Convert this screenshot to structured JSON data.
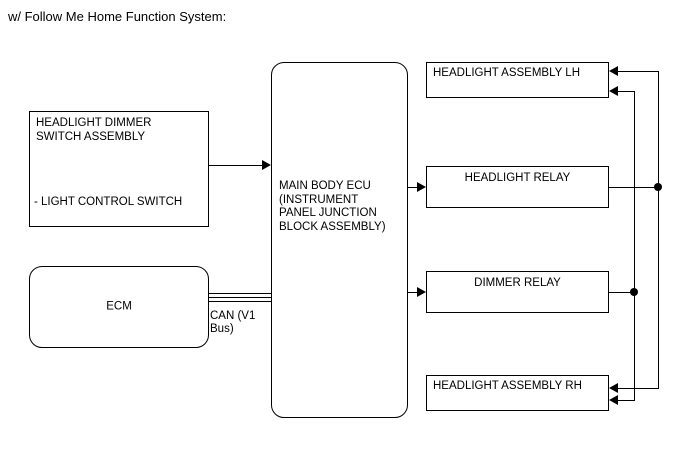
{
  "diagram": {
    "title": "w/ Follow Me Home Function System:",
    "boxes": {
      "dimmer_switch": {
        "label": "HEADLIGHT DIMMER\nSWITCH ASSEMBLY",
        "sub_label": "- LIGHT CONTROL SWITCH"
      },
      "ecm": {
        "label": "ECM"
      },
      "main_body_ecu": {
        "label": "MAIN BODY ECU\n(INSTRUMENT\nPANEL JUNCTION\nBLOCK ASSEMBLY)"
      },
      "headlight_assembly_lh": {
        "label": "HEADLIGHT ASSEMBLY LH"
      },
      "headlight_relay": {
        "label": "HEADLIGHT RELAY"
      },
      "dimmer_relay": {
        "label": "DIMMER RELAY"
      },
      "headlight_assembly_rh": {
        "label": "HEADLIGHT ASSEMBLY RH"
      }
    },
    "connections": {
      "can_bus_label": "CAN (V1\nBus)"
    },
    "colors": {
      "line": "#000000",
      "background": "#ffffff",
      "text": "#000000"
    }
  }
}
